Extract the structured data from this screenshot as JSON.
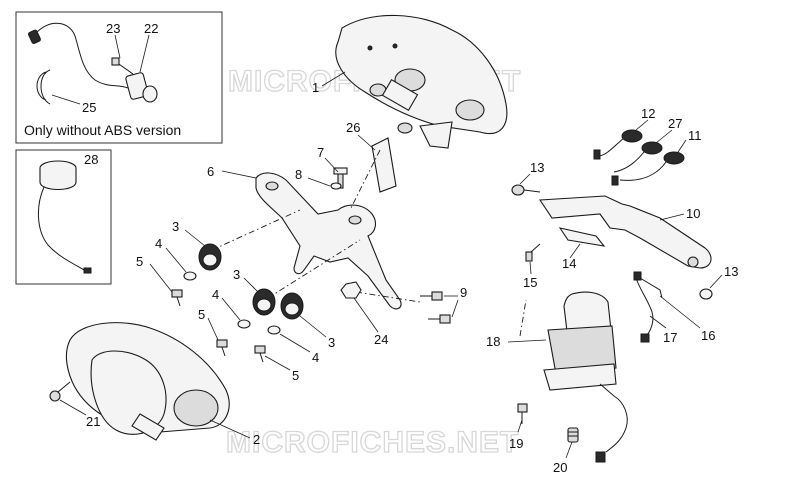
{
  "watermark": "MICROFICHES.NET",
  "inset_boxes": {
    "abs_note": "Only without ABS version"
  },
  "callouts": {
    "c1": "1",
    "c2": "2",
    "c3a": "3",
    "c3b": "3",
    "c3c": "3",
    "c4a": "4",
    "c4b": "4",
    "c4c": "4",
    "c5a": "5",
    "c5b": "5",
    "c5c": "5",
    "c6": "6",
    "c7": "7",
    "c8": "8",
    "c9": "9",
    "c10": "10",
    "c11": "11",
    "c12": "12",
    "c13a": "13",
    "c13b": "13",
    "c14": "14",
    "c15": "15",
    "c16": "16",
    "c17": "17",
    "c18": "18",
    "c19": "19",
    "c20": "20",
    "c21": "21",
    "c22": "22",
    "c23": "23",
    "c24": "24",
    "c25": "25",
    "c26": "26",
    "c27": "27",
    "c28": "28"
  }
}
